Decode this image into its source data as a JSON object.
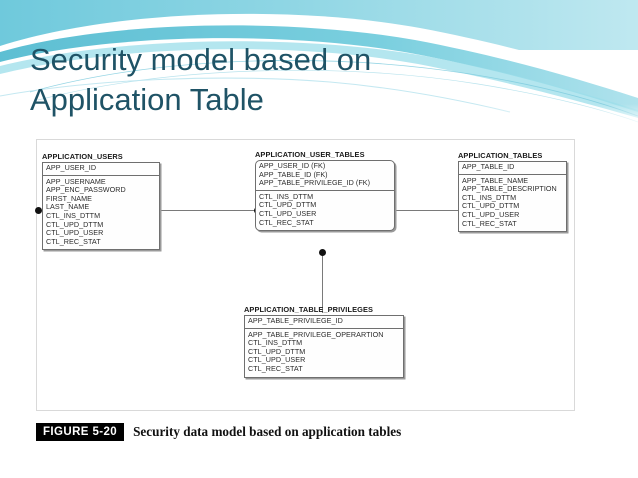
{
  "slide": {
    "title": "Security model based on\nApplication Table",
    "title_color": "#1F5366",
    "accent_color": "#54C2D6",
    "background": "#FFFFFF"
  },
  "figure": {
    "badge": "FIGURE 5-20",
    "caption": "Security data model based on application tables",
    "badge_bg": "#000000",
    "badge_fg": "#FFFFFF"
  },
  "diagram": {
    "type": "entity-relationship-diagram",
    "entities": [
      {
        "name": "APPLICATION_USERS",
        "shape": "square",
        "primary_keys": [
          "APP_USER_ID"
        ],
        "attributes": [
          "APP_USERNAME",
          "APP_ENC_PASSWORD",
          "FIRST_NAME",
          "LAST_NAME",
          "CTL_INS_DTTM",
          "CTL_UPD_DTTM",
          "CTL_UPD_USER",
          "CTL_REC_STAT"
        ]
      },
      {
        "name": "APPLICATION_USER_TABLES",
        "shape": "rounded",
        "primary_keys": [
          "APP_USER_ID (FK)",
          "APP_TABLE_ID (FK)",
          "APP_TABLE_PRIVILEGE_ID (FK)"
        ],
        "attributes": [
          "CTL_INS_DTTM",
          "CTL_UPD_DTTM",
          "CTL_UPD_USER",
          "CTL_REC_STAT"
        ]
      },
      {
        "name": "APPLICATION_TABLES",
        "shape": "square",
        "primary_keys": [
          "APP_TABLE_ID"
        ],
        "attributes": [
          "APP_TABLE_NAME",
          "APP_TABLE_DESCRIPTION",
          "CTL_INS_DTTM",
          "CTL_UPD_DTTM",
          "CTL_UPD_USER",
          "CTL_REC_STAT"
        ]
      },
      {
        "name": "APPLICATION_TABLE_PRIVILEGES",
        "shape": "square",
        "primary_keys": [
          "APP_TABLE_PRIVILEGE_ID"
        ],
        "attributes": [
          "APP_TABLE_PRIVILEGE_OPERARTION",
          "CTL_INS_DTTM",
          "CTL_UPD_DTTM",
          "CTL_UPD_USER",
          "CTL_REC_STAT"
        ]
      }
    ],
    "relationships": [
      {
        "from": "APPLICATION_USERS",
        "to": "APPLICATION_USER_TABLES",
        "orientation": "horizontal"
      },
      {
        "from": "APPLICATION_USER_TABLES",
        "to": "APPLICATION_TABLES",
        "orientation": "horizontal"
      },
      {
        "from": "APPLICATION_USER_TABLES",
        "to": "APPLICATION_TABLE_PRIVILEGES",
        "orientation": "vertical"
      }
    ]
  }
}
